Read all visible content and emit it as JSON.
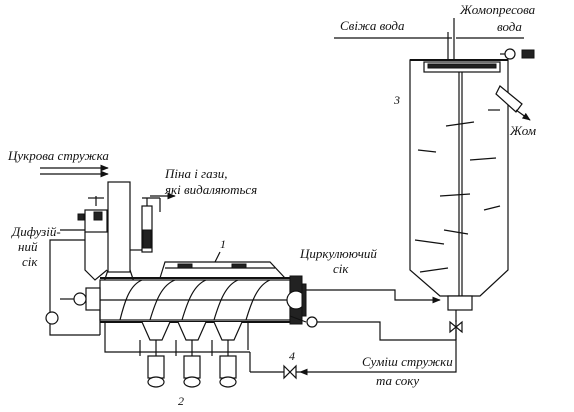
{
  "labels": {
    "sugar_chips": "Цукрова стружка",
    "foam_gases_line1": "Піна і гази,",
    "foam_gases_line2": "які видаляються",
    "diffusion_juice_line1": "Дифузій-",
    "diffusion_juice_line2": "ний",
    "diffusion_juice_line3": "сік",
    "circulating_juice_line1": "Циркулюючий",
    "circulating_juice_line2": "сік",
    "fresh_water": "Свіжа вода",
    "press_water_line1": "Жомопресова",
    "press_water_line2": "вода",
    "pulp": "Жом",
    "mixture_line1": "Суміш стружки",
    "mixture_line2": "та соку"
  },
  "numbers": {
    "n1": "1",
    "n2": "2",
    "n3": "3",
    "n4": "4"
  }
}
